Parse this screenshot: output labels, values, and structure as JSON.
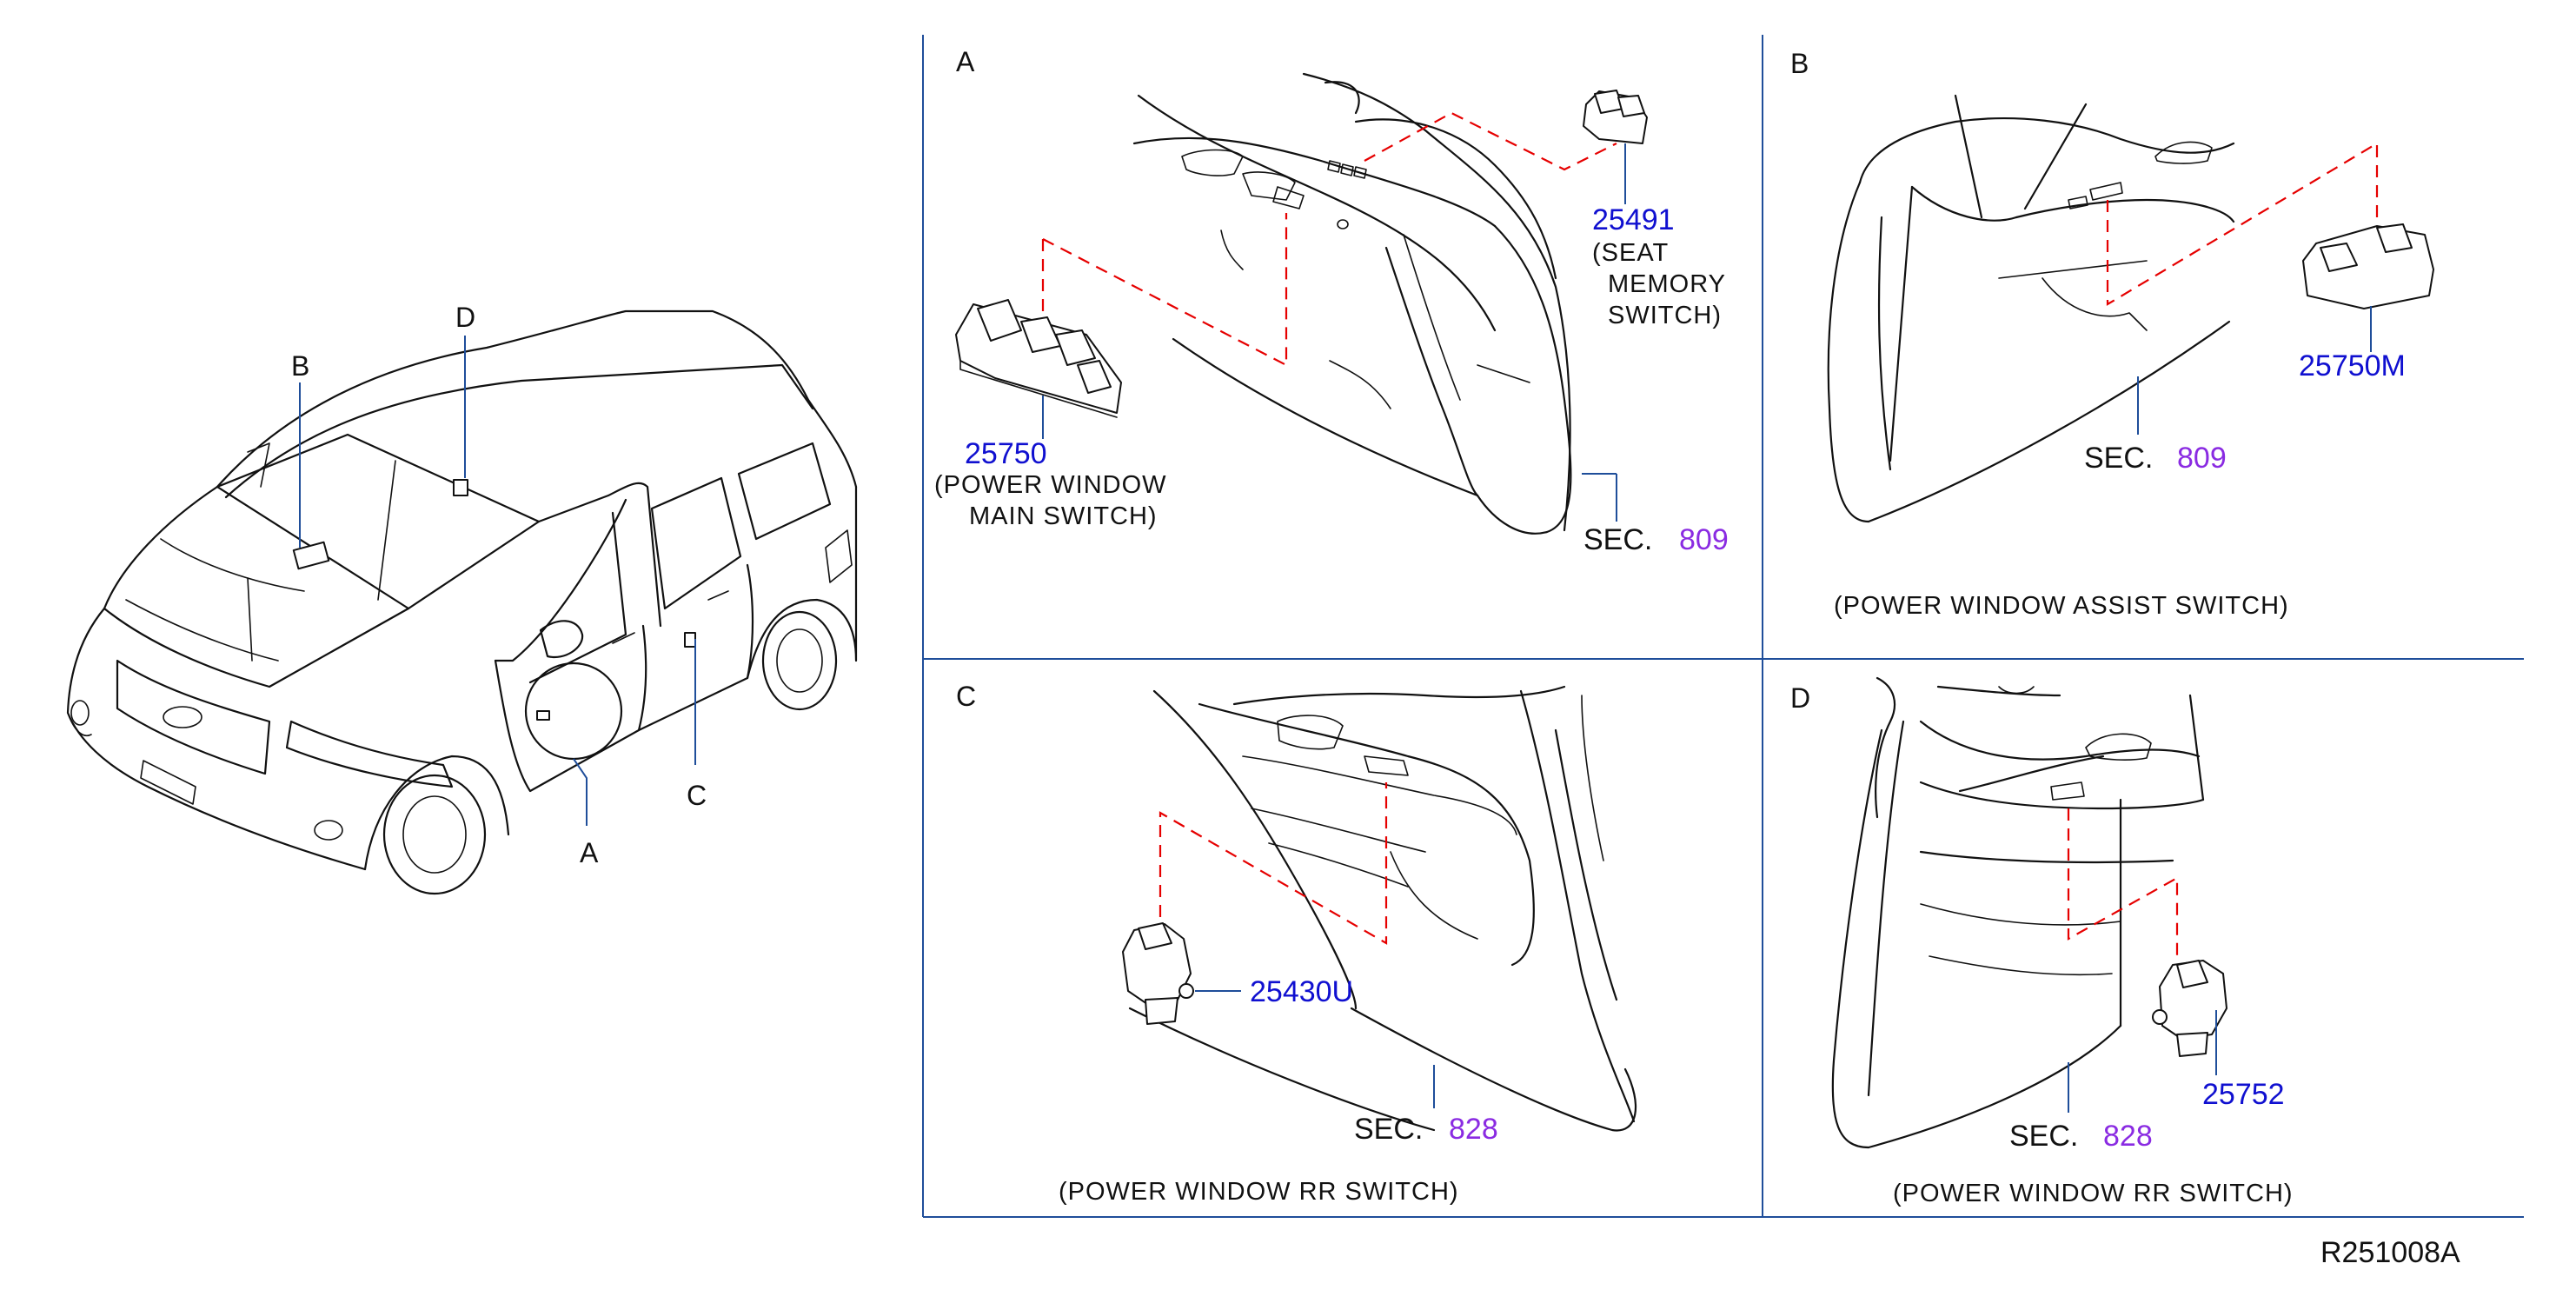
{
  "diagram_code": "R251008A",
  "overview": {
    "callouts": [
      "A",
      "B",
      "C",
      "D"
    ]
  },
  "panels": {
    "A": {
      "letter": "A",
      "parts": [
        {
          "number": "25750",
          "desc_line1": "(POWER   WINDOW",
          "desc_line2": "MAIN   SWITCH)"
        },
        {
          "number": "25491",
          "desc_line1": "(SEAT",
          "desc_line2": "MEMORY",
          "desc_line3": "SWITCH)"
        }
      ],
      "sec_label": "SEC.",
      "sec_number": "809"
    },
    "B": {
      "letter": "B",
      "parts": [
        {
          "number": "25750M"
        }
      ],
      "sec_label": "SEC.",
      "sec_number": "809",
      "caption": "(POWER   WINDOW   ASSIST   SWITCH)"
    },
    "C": {
      "letter": "C",
      "parts": [
        {
          "number": "25430U"
        }
      ],
      "sec_label": "SEC.",
      "sec_number": "828",
      "caption": "(POWER   WINDOW   RR   SWITCH)"
    },
    "D": {
      "letter": "D",
      "parts": [
        {
          "number": "25752"
        }
      ],
      "sec_label": "SEC.",
      "sec_number": "828",
      "caption": "(POWER   WINDOW   RR   SWITCH)"
    }
  },
  "colors": {
    "part_number": "#1010d0",
    "section_number": "#8a2be2",
    "dashed_guide": "#e60000",
    "leader_and_frame": "#1f4e9a"
  }
}
